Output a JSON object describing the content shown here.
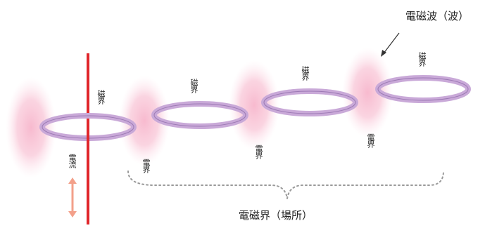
{
  "labels": {
    "em_wave": "電磁波（波）",
    "em_field_place": "電磁界（場所）",
    "current": "電流",
    "magnetic_field": "磁界",
    "electric_field": "電界"
  },
  "colors": {
    "current_line": "#e0262b",
    "current_arrow": "#f3a08a",
    "ring_fill": "#c9a9d8",
    "ring_inner": "#ffffff",
    "glow_outer": "#fde6ee",
    "glow_inner": "#f7b6cc",
    "brace": "#9a9a9a",
    "pointer": "#333333"
  },
  "icons": {
    "current_direction": "double-arrow-vertical-icon",
    "pointer": "arrow-pointer-icon",
    "brace": "dotted-curly-brace-icon"
  }
}
